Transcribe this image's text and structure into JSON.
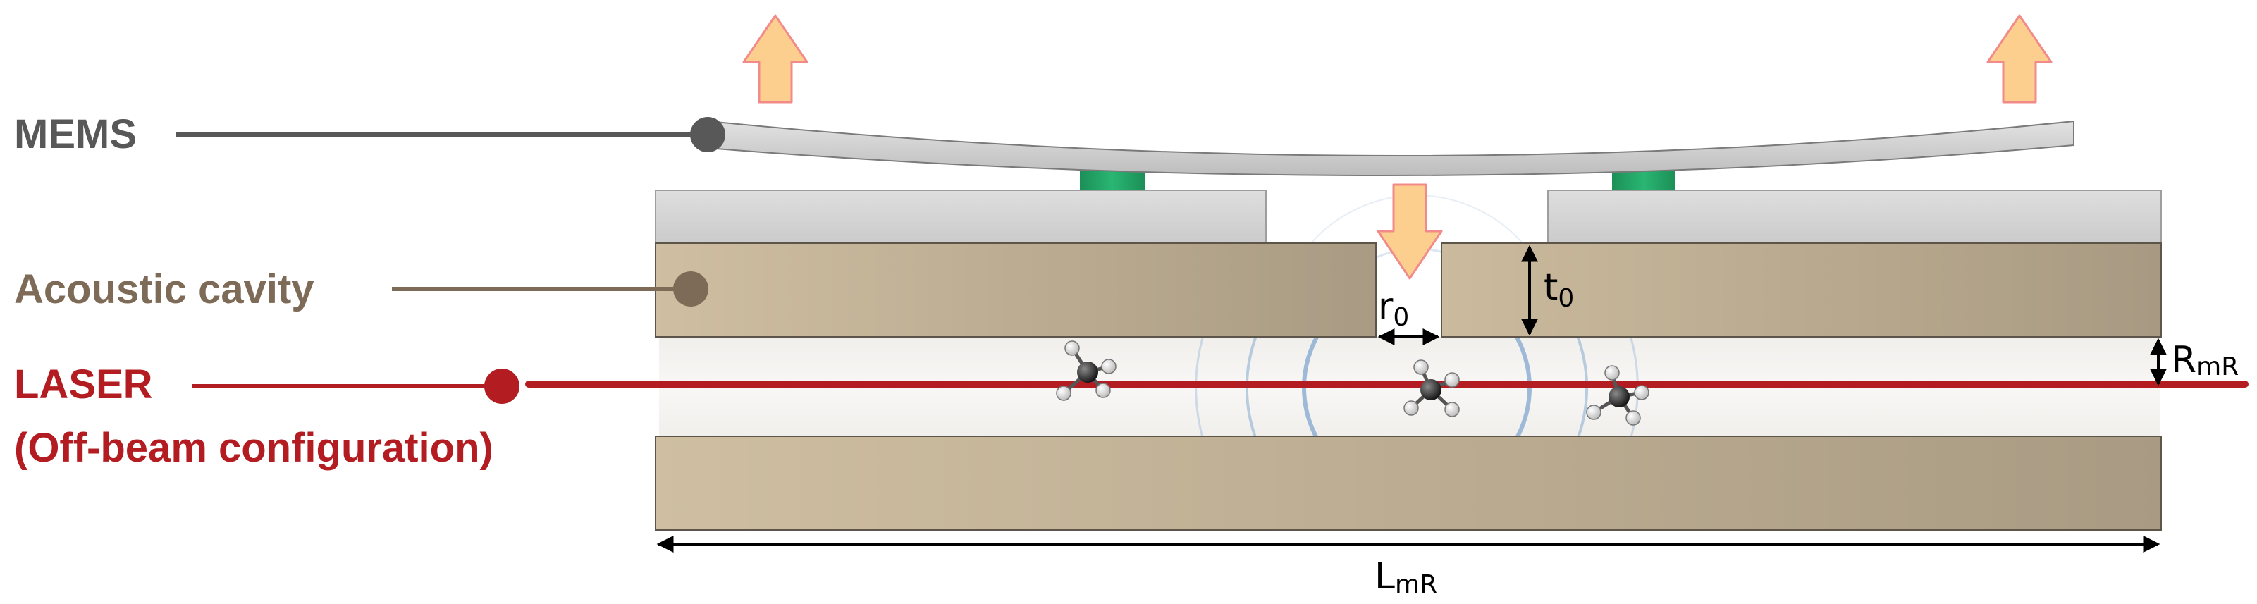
{
  "labels": {
    "mems": "MEMS",
    "acoustic_cavity": "Acoustic cavity",
    "laser": "LASER",
    "laser_config": "(Off-beam configuration)"
  },
  "dimensions": {
    "r0": {
      "main": "r",
      "sub": "0"
    },
    "t0": {
      "main": "t",
      "sub": "0"
    },
    "RmR": {
      "main": "R",
      "sub": "mR"
    },
    "LmR": {
      "main": "L",
      "sub": "mR"
    }
  },
  "colors": {
    "mems_gray": "#585858",
    "cavity_brown": "#7d6b57",
    "laser_red": "#b31d22",
    "wood_light": "#cbb99c",
    "wood_dark": "#a89a82",
    "plate_gray": "#d6d6d6",
    "post_green": "#1f9a5e",
    "arrow_fill": "#fccf8e",
    "arrow_stroke": "#f28a8a",
    "wave_blue": "#8fb0d3"
  },
  "icons": {
    "force_arrow": "up-arrow-icon",
    "molecule": "methane-molecule-icon"
  }
}
